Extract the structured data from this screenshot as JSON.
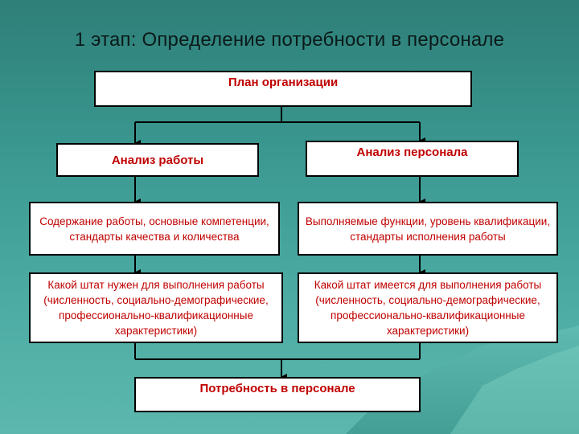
{
  "title": "1 этап: Определение потребности в персонале",
  "boxes": {
    "plan": "План организации",
    "work_analysis": "Анализ работы",
    "staff_analysis": "Анализ персонала",
    "work_content": "Содержание работы, основные компетенции,   стандарты качества и количества",
    "staff_functions": "Выполняемые функции, уровень квалификации,   стандарты исполнения работы",
    "needed_staff": "Какой штат нужен для выполнения работы (численность, социально-демографические, профессионально-квалификационные характеристики)",
    "existing_staff": "Какой штат имеется для выполнения работы (численность, социально-демографические, профессионально-квалификационные характеристики)",
    "need": "Потребность в персонале"
  },
  "colors": {
    "box_text": "#c00000",
    "background": "#3a9890"
  }
}
